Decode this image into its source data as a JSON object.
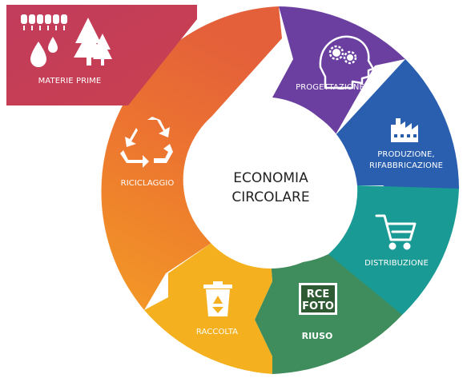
{
  "center": {
    "line1": "ECONOMIA",
    "line2": "CIRCOLARE"
  },
  "stages": {
    "materie_prime": {
      "label": "MATERIE PRIME",
      "icon": "raw-materials-icon",
      "color": "#c0395a"
    },
    "progettazione": {
      "label": "PROGETTAZIONE",
      "icon": "head-gears-icon",
      "color": "#6a3fa0"
    },
    "produzione": {
      "line1": "PRODUZIONE,",
      "line2": "RIFABBRICAZIONE",
      "icon": "factory-icon",
      "color": "#2a5fb0"
    },
    "distribuzione": {
      "label": "DISTRIBUZIONE",
      "icon": "shopping-cart-icon",
      "color": "#1a9a94"
    },
    "riuso": {
      "label": "RIUSO",
      "icon": "rce-foto-logo",
      "color": "#3f8c5c"
    },
    "raccolta": {
      "label": "RACCOLTA",
      "icon": "recycle-bin-icon",
      "color": "#f4b01e"
    },
    "riciclaggio": {
      "label": "RICICLAGGIO",
      "icon": "recycle-icon",
      "color": "#ec7430"
    }
  },
  "logo": {
    "line1": "RCE",
    "line2": "FOTO"
  }
}
